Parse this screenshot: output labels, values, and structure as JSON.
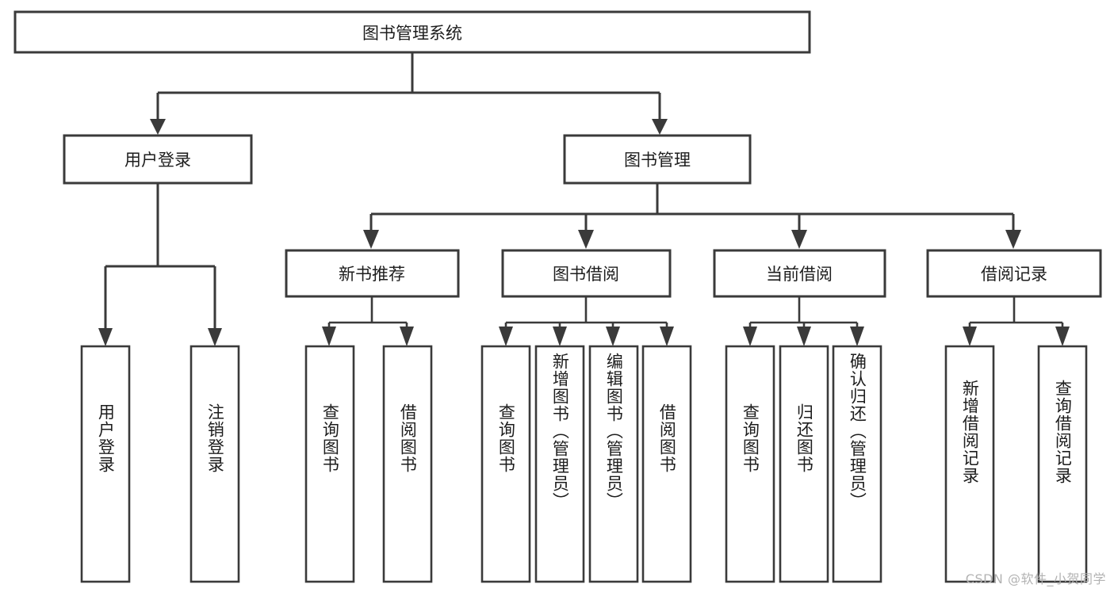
{
  "diagram": {
    "title": "图书管理系统",
    "type": "tree-hierarchy",
    "watermark": "CSDN @软件_小贺同学",
    "colors": {
      "background": "#ffffff",
      "box_fill": "#ffffff",
      "stroke": "#3a3a3a",
      "text": "#1d1d1d",
      "watermark": "#b3b3b3"
    },
    "root": {
      "label": "图书管理系统"
    },
    "level2": [
      {
        "label": "用户登录"
      },
      {
        "label": "图书管理"
      }
    ],
    "level3": [
      {
        "label": "新书推荐"
      },
      {
        "label": "图书借阅"
      },
      {
        "label": "当前借阅"
      },
      {
        "label": "借阅记录"
      }
    ],
    "leaves": {
      "user_login": [
        {
          "label": "用户登录"
        },
        {
          "label": "注销登录"
        }
      ],
      "new_book_recommend": [
        {
          "label": "查询图书"
        },
        {
          "label": "借阅图书"
        }
      ],
      "book_borrow": [
        {
          "label": "查询图书"
        },
        {
          "label": "新增图书（管理员）"
        },
        {
          "label": "编辑图书（管理员）"
        },
        {
          "label": "借阅图书"
        }
      ],
      "current_borrow": [
        {
          "label": "查询图书"
        },
        {
          "label": "归还图书"
        },
        {
          "label": "确认归还（管理员）"
        }
      ],
      "borrow_record": [
        {
          "label": "新增借阅记录"
        },
        {
          "label": "查询借阅记录"
        }
      ]
    }
  }
}
